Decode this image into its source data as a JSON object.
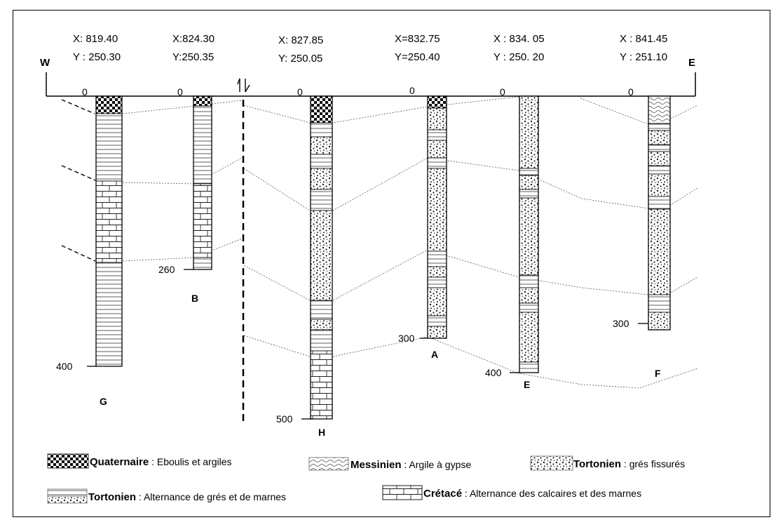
{
  "directions": {
    "west": "W",
    "east": "E"
  },
  "wells": [
    {
      "name": "G",
      "x_label": "X: 819.40",
      "y_label": "Y : 250.30",
      "top": "0",
      "bottom": "400"
    },
    {
      "name": "B",
      "x_label": "X:824.30",
      "y_label": "Y:250.35",
      "top": "0",
      "bottom": "260"
    },
    {
      "name": "H",
      "x_label": "X: 827.85",
      "y_label": "Y: 250.05",
      "top": "0",
      "bottom": "500"
    },
    {
      "name": "A",
      "x_label": "X=832.75",
      "y_label": "Y=250.40",
      "top": "0",
      "bottom": "300"
    },
    {
      "name": "E",
      "x_label": "X : 834. 05",
      "y_label": "Y : 250. 20",
      "top": "0",
      "bottom": "400"
    },
    {
      "name": "F",
      "x_label": "X : 841.45",
      "y_label": "Y : 251.10",
      "top": "0",
      "bottom": "300"
    }
  ],
  "legend": [
    {
      "bold": "Quaternaire",
      "rest": " : Eboulis et argiles"
    },
    {
      "bold": "Messinien",
      "rest": " : Argile à gypse"
    },
    {
      "bold": "Tortonien",
      "rest": " : grés fissurés"
    },
    {
      "bold": "Tortonien",
      "rest": " : Alternance de grés et de marnes"
    },
    {
      "bold": "Crétacé",
      "rest": " : Alternance des calcaires et des marnes"
    }
  ]
}
